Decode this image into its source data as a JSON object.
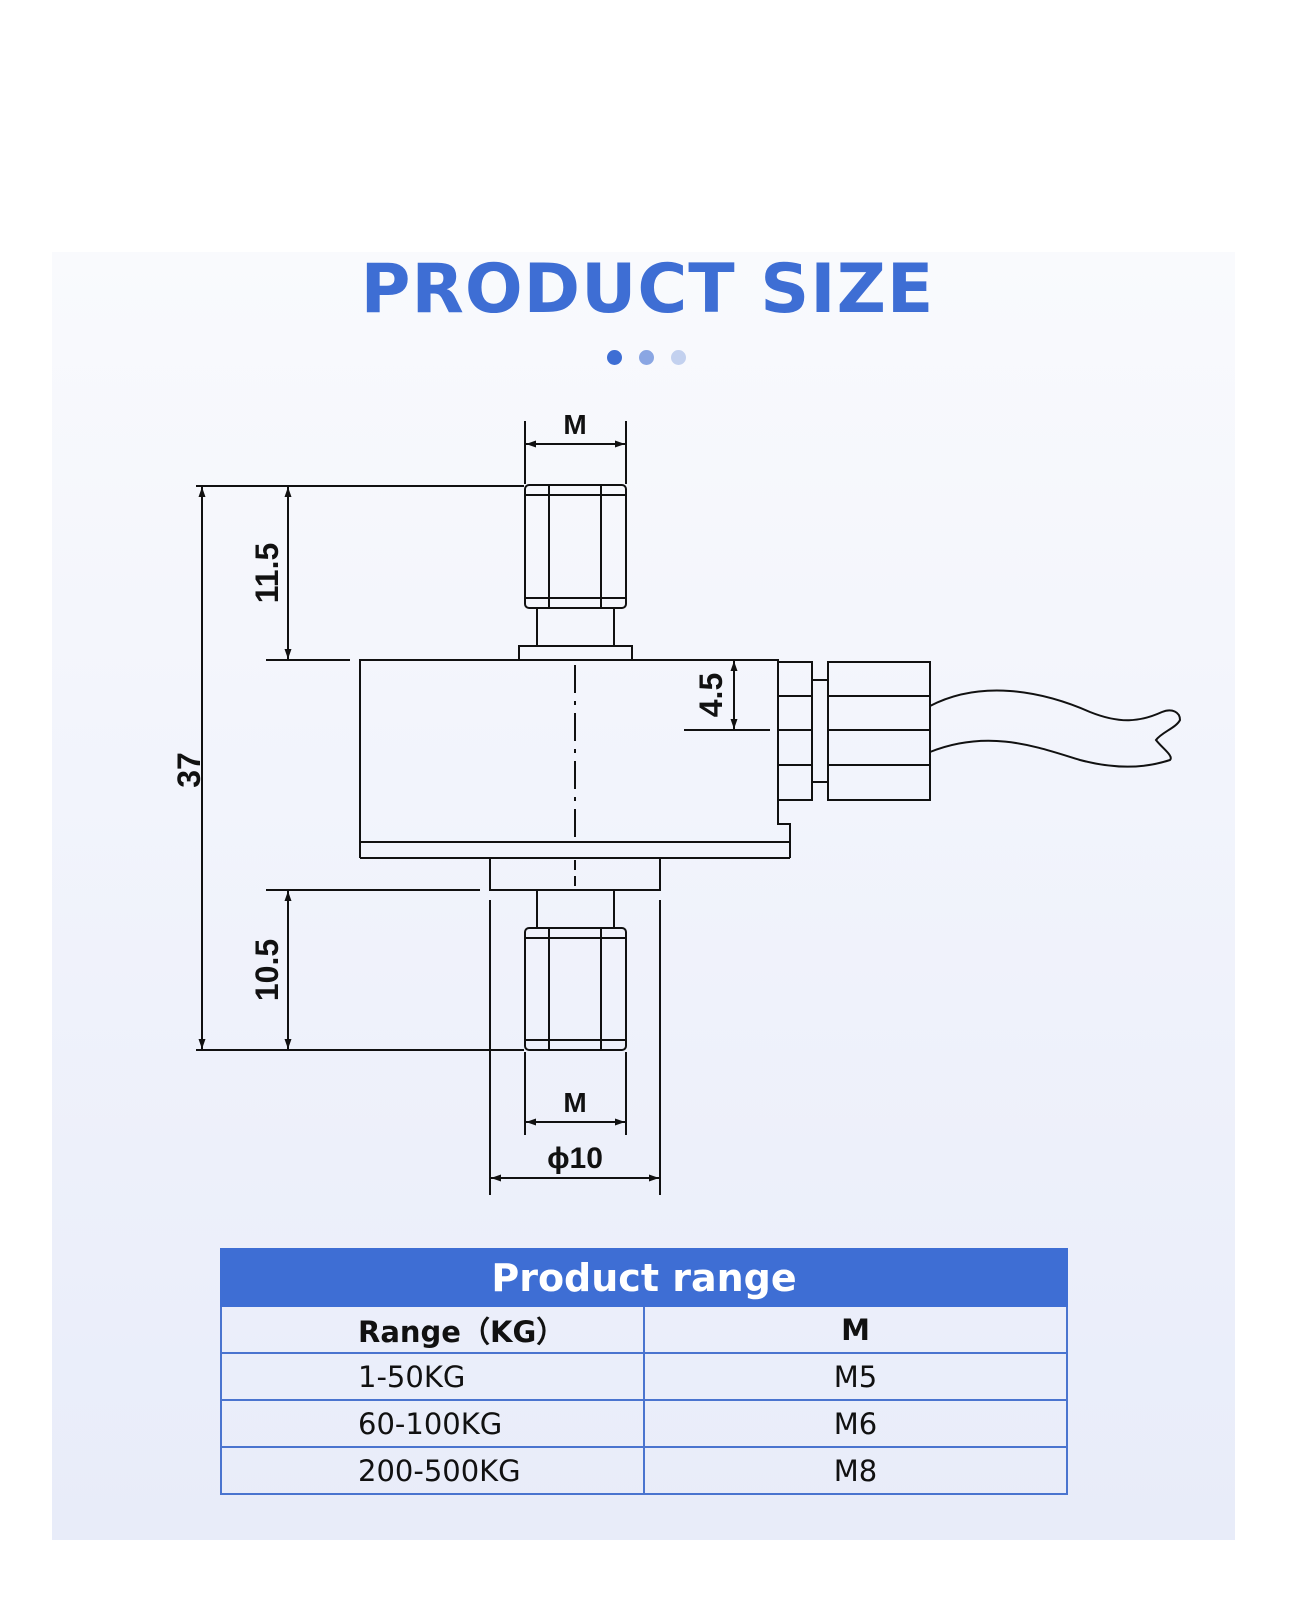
{
  "page": {
    "title": "PRODUCT SIZE",
    "accent_color": "#3e6ed4",
    "indicator_dots": 3
  },
  "drawing": {
    "dim_top_thread": "M",
    "dim_bottom_thread": "M",
    "dim_total_height": "37",
    "dim_top_height": "11.5",
    "dim_bottom_height": "10.5",
    "dim_cable_offset": "4.5",
    "dim_diameter": "ϕ10"
  },
  "range_table": {
    "title": "Product range",
    "columns": [
      "Range（KG）",
      "M"
    ],
    "rows": [
      [
        "1-50KG",
        "M5"
      ],
      [
        "60-100KG",
        "M6"
      ],
      [
        "200-500KG",
        "M8"
      ]
    ]
  }
}
